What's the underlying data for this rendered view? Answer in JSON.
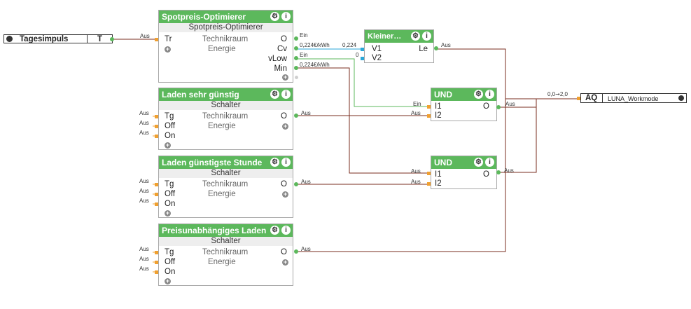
{
  "input_block": {
    "label": "Tagesimpuls",
    "type": "T",
    "out_label": "Aus"
  },
  "spot": {
    "title": "Spotpreis-Optimierer",
    "type": "Spotpreis-Optimierer",
    "room": "Technikraum",
    "category": "Energie",
    "inputs": [
      "Tr"
    ],
    "outputs": [
      "O",
      "Cv",
      "vLow",
      "Min"
    ],
    "out_values": [
      "Ein",
      "0,224€/kWh",
      "Ein",
      "0,224€/kWh"
    ]
  },
  "kleiner": {
    "title": "Kleiner…",
    "inputs": [
      "V1",
      "V2"
    ],
    "output": "Le",
    "in_values": [
      "0,224",
      "0"
    ],
    "out_value": "Aus"
  },
  "laden1": {
    "title": "Laden sehr günstig",
    "type": "Schalter",
    "room": "Technikraum",
    "category": "Energie",
    "inputs": [
      "Tg",
      "Off",
      "On"
    ],
    "in_values": [
      "Aus",
      "Aus",
      "Aus"
    ],
    "output": "O",
    "out_value": "Aus"
  },
  "laden2": {
    "title": "Laden günstigste Stunde",
    "type": "Schalter",
    "room": "Technikraum",
    "category": "Energie",
    "inputs": [
      "Tg",
      "Off",
      "On"
    ],
    "in_values": [
      "Aus",
      "Aus",
      "Aus"
    ],
    "output": "O",
    "out_value": "Aus"
  },
  "laden3": {
    "title": "Preisunabhängiges Laden",
    "type": "Schalter",
    "room": "Technikraum",
    "category": "Energie",
    "inputs": [
      "Tg",
      "Off",
      "On"
    ],
    "in_values": [
      "Aus",
      "Aus",
      "Aus"
    ],
    "output": "O",
    "out_value": "Aus"
  },
  "und1": {
    "title": "UND",
    "inputs": [
      "I1",
      "I2"
    ],
    "in_values": [
      "Ein",
      "Aus"
    ],
    "output": "O",
    "out_value": "Aus"
  },
  "und2": {
    "title": "UND",
    "inputs": [
      "I1",
      "I2"
    ],
    "in_values": [
      "Aus",
      "Aus"
    ],
    "output": "O",
    "out_value": "Aus"
  },
  "aq": {
    "value": "0,0➞2,0",
    "type": "AQ",
    "label": "LUNA_Workmode"
  },
  "icons": {
    "gear": "gear-icon",
    "info": "info-icon",
    "plus": "plus-icon"
  },
  "colors": {
    "header": "#5cb85c",
    "wire_digital": "#7a2e1f",
    "wire_active": "#5cb85c",
    "pin_in": "#f0a030"
  }
}
